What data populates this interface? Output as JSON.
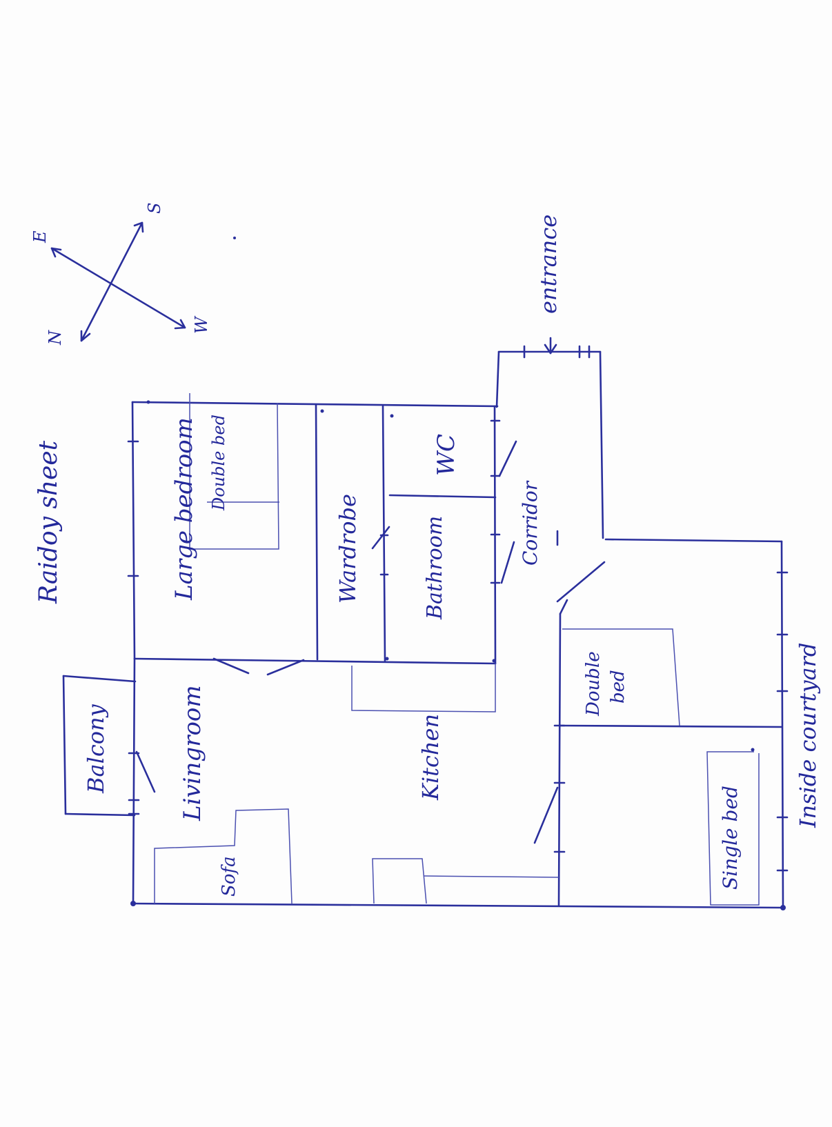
{
  "title": "Raidoy sheet",
  "compass": {
    "north": "N",
    "east": "E",
    "south": "S",
    "west": "W"
  },
  "rooms": {
    "large_bedroom": "Large bedroom",
    "double_bed_top": "Double bed",
    "wardrobe": "Wardrobe",
    "wc": "WC",
    "bathroom": "Bathroom",
    "corridor": "Corridor",
    "entrance": "entrance",
    "balcony": "Balcony",
    "living_room": "Livingroom",
    "sofa": "Sofa",
    "kitchen": "Kitchen",
    "double_bed_bottom_line1": "Double",
    "double_bed_bottom_line2": "bed",
    "single_bed": "Single bed",
    "inside_courtyard": "Inside courtyard"
  },
  "colors": {
    "ink": "#2a2f9c",
    "paper": "#fdfdfd"
  }
}
